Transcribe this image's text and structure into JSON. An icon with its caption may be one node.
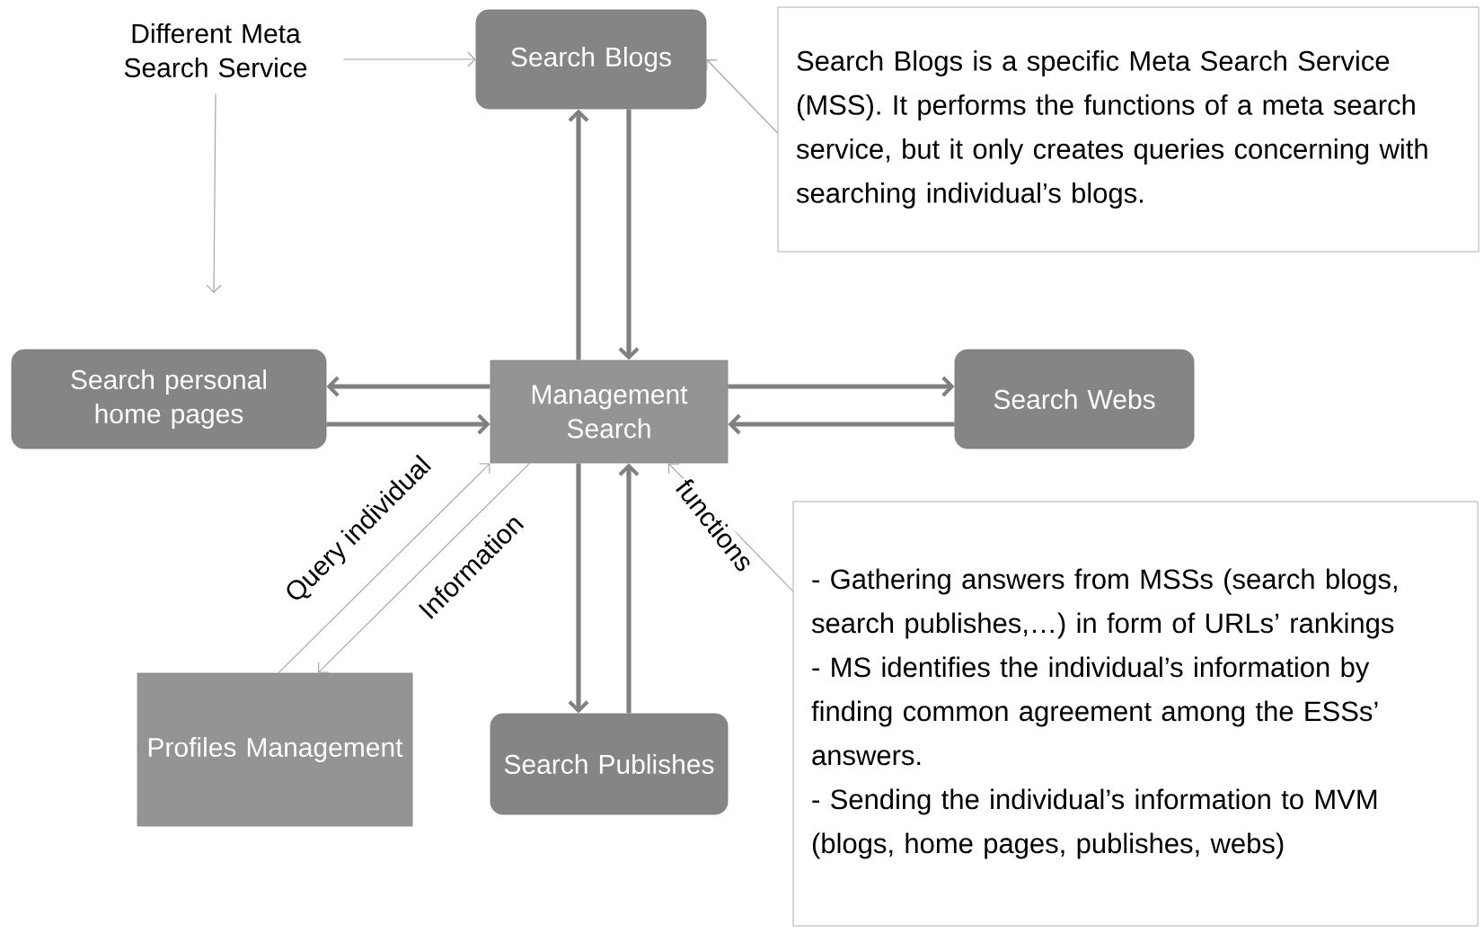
{
  "diagram": {
    "nodes": [
      {
        "text": [
          "Different Meta Search Service"
        ]
      },
      {
        "text": [
          "Search Blogs"
        ]
      },
      {
        "text": [
          "Search Blogs is a specific Meta Search Service (MSS). It performs the functions of a meta search service, but it only creates queries concerning with searching individual’s blogs."
        ]
      },
      {
        "text": [
          "Search personal home pages"
        ]
      },
      {
        "text": [
          "Management Search"
        ]
      },
      {
        "text": [
          "Search Webs"
        ]
      },
      {
        "text": [
          "Profiles Management"
        ]
      },
      {
        "text": [
          "Search Publishes"
        ]
      },
      {
        "text": [
          "- Gathering answers from MSSs (search blogs, search publishes,…) in form of URLs’ rankings",
          "- MS identifies the individual’s information by finding common agreement among the ESSs’ answers.",
          "- Sending the individual’s information to MVM (blogs, home pages, publishes, webs)"
        ]
      }
    ],
    "edges": [
      {
        "from": 0,
        "to": 1,
        "arrow": "to",
        "color": "#a6a6a6"
      },
      {
        "from": 0,
        "to": null,
        "arrow": "to",
        "color": "#a6a6a6"
      },
      {
        "from": 2,
        "to": 1,
        "arrow": "to",
        "color": "#a6a6a6"
      },
      {
        "from": 4,
        "to": 1,
        "arrow": "to"
      },
      {
        "from": 1,
        "to": 4,
        "arrow": "to"
      },
      {
        "from": 4,
        "to": 3,
        "arrow": "to"
      },
      {
        "from": 3,
        "to": 4,
        "arrow": "to"
      },
      {
        "from": 4,
        "to": 5,
        "arrow": "to"
      },
      {
        "from": 5,
        "to": 4,
        "arrow": "to"
      },
      {
        "from": 4,
        "to": 7,
        "arrow": "to"
      },
      {
        "from": 7,
        "to": 4,
        "arrow": "to"
      },
      {
        "from": 6,
        "to": 4,
        "arrow": "to",
        "label": "Query individual",
        "color": "#a6a6a6"
      },
      {
        "from": 4,
        "to": 6,
        "arrow": "to",
        "label": "Information",
        "color": "#a6a6a6"
      },
      {
        "from": 8,
        "to": 4,
        "arrow": "to",
        "label": "functions",
        "color": "#a6a6a6"
      }
    ]
  }
}
